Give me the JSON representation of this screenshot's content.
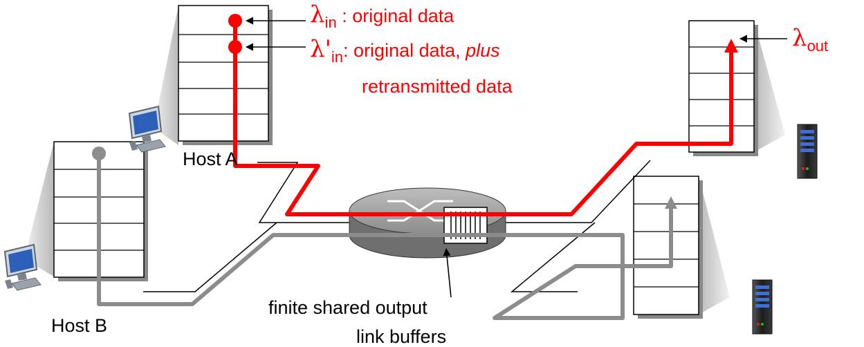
{
  "labels": {
    "lambda_symbol": "λ",
    "lambda_in_sub": "in",
    "lambda_in_text": " : original data",
    "lambda_prime_mark": "'",
    "lambda_prime_sub": "in",
    "lambda_prime_text": ": original data, ",
    "lambda_prime_plus": "plus",
    "lambda_prime_line2": "retransmitted data",
    "lambda_out_sub": "out",
    "host_a": "Host A",
    "host_b": "Host B",
    "buffer_line1": "finite shared output",
    "buffer_line2": "link buffers"
  },
  "colors": {
    "data_flow": "#ff0000",
    "other_flow": "#8c8c8c",
    "router_top": "#a8a8a8",
    "router_side": "#6e6e6e",
    "buffer_fill": "#ffffff",
    "server_body": "#2a2a2a",
    "server_light": "#3d6fd6"
  },
  "icons": [
    "desktop-computer-icon",
    "server-tower-icon",
    "router-icon"
  ]
}
